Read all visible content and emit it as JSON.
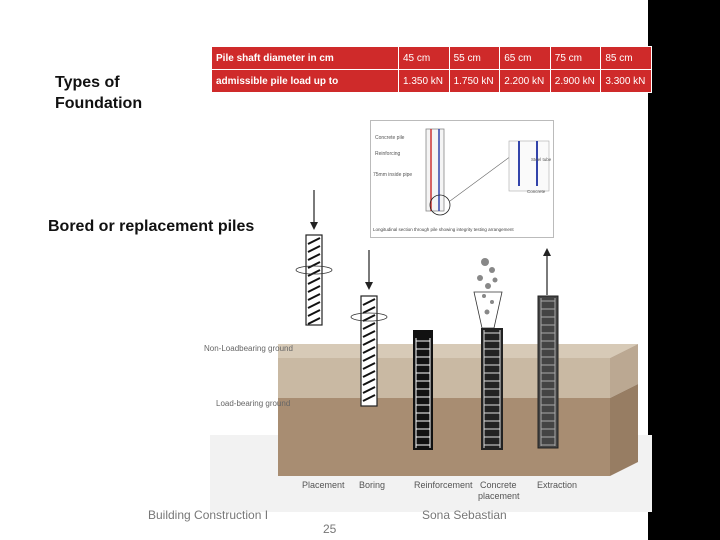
{
  "slide": {
    "title": "Types of\nFoundation",
    "subtitle": "Bored or replacement piles",
    "footer_left": "Building Construction I",
    "footer_right": "Sona Sebastian",
    "page_number": "25"
  },
  "table": {
    "row1_header": "Pile shaft diameter in cm",
    "row1_values": [
      "45 cm",
      "55 cm",
      "65 cm",
      "75 cm",
      "85 cm"
    ],
    "row2_header": "admissible pile load up to",
    "row2_values": [
      "1.350 kN",
      "1.750 kN",
      "2.200 kN",
      "2.900 kN",
      "3.300 kN"
    ]
  },
  "detail_figure": {
    "labels": [
      "Concrete pile",
      "Reinforcing",
      "75mm inside pipe",
      "Steel tube",
      "Concrete"
    ],
    "caption": "Longitudinal section through pile showing integrity testing arrangement"
  },
  "diagram": {
    "ground_labels": [
      "Non-Loadbearing ground",
      "Load-bearing ground"
    ],
    "stages": [
      "Placement",
      "Boring",
      "Reinforcement",
      "Concrete placement",
      "Extraction"
    ]
  },
  "colors": {
    "table_red": "#cf2a2a",
    "soil_top": "#c9b9a3",
    "soil_bottom": "#a88d72",
    "ground_base": "#f2f2f2"
  }
}
